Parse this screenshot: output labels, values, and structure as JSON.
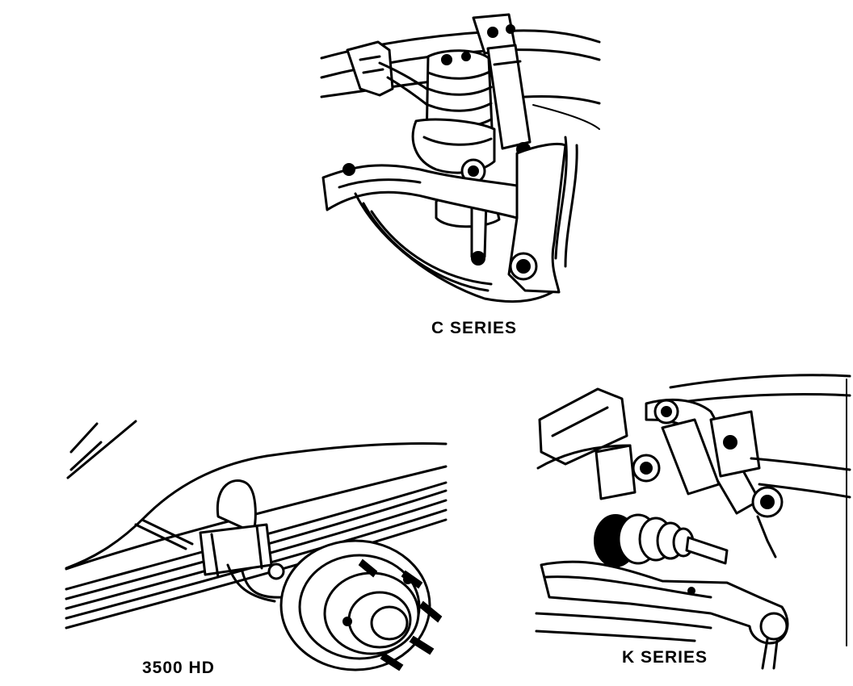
{
  "labels": {
    "c_series": "C SERIES",
    "hd_3500": "3500 HD",
    "k_series": "K SERIES"
  },
  "icons": [
    "c-series-suspension-illustration",
    "hd-3500-axle-illustration",
    "k-series-suspension-illustration"
  ],
  "colors": {
    "ink": "#000000",
    "paper": "#ffffff"
  }
}
